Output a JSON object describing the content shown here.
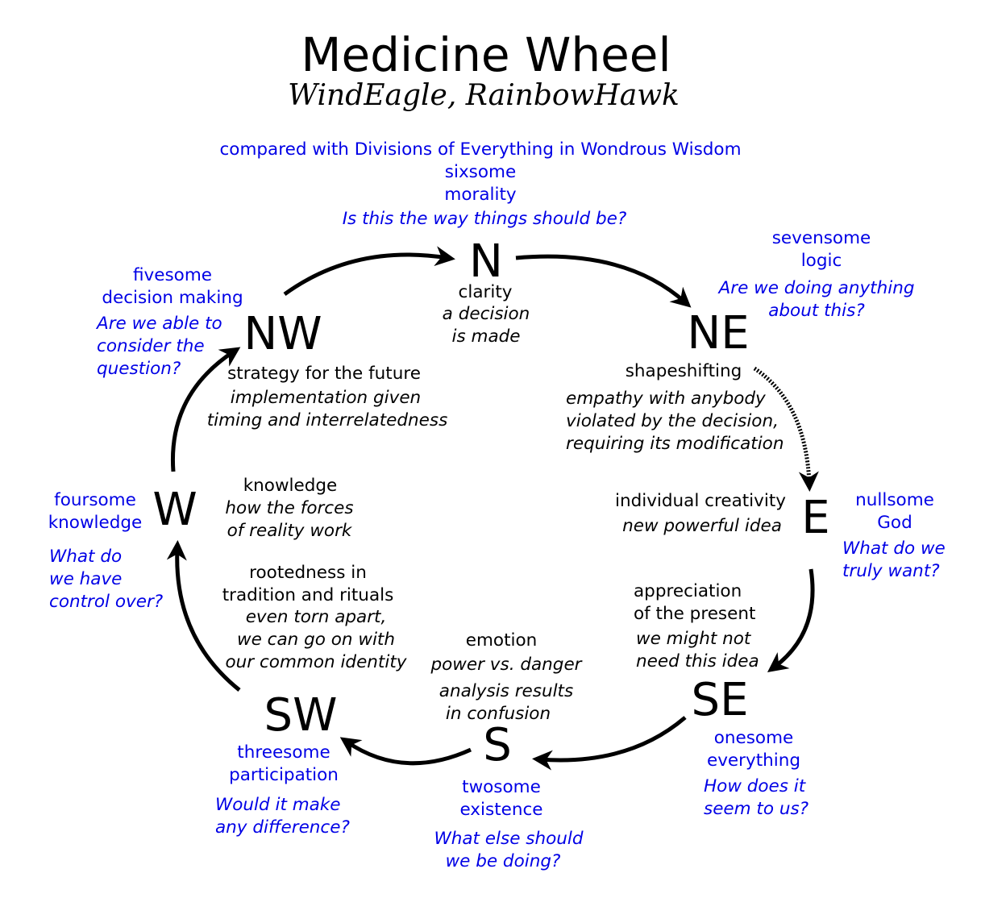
{
  "title": "Medicine Wheel",
  "subtitle": "WindEagle, RainbowHawk",
  "colors": {
    "text": "#000000",
    "comparison": "#0000e6"
  },
  "north": {
    "label": "N",
    "quality": "clarity",
    "detail": [
      "a decision",
      "is made"
    ],
    "comparison": {
      "header": "compared with Divisions of Everything in Wondrous Wisdom",
      "lines": [
        "sixsome",
        "morality"
      ],
      "question": "Is this the way things should be?"
    }
  },
  "northeast": {
    "label": "NE",
    "quality": "shapeshifting",
    "detail": [
      "empathy with anybody",
      "violated by the decision,",
      "requiring its modification"
    ],
    "comparison": {
      "lines": [
        "sevensome",
        "logic"
      ],
      "question": [
        "Are we doing anything",
        "about this?"
      ]
    }
  },
  "east": {
    "label": "E",
    "quality": "individual creativity",
    "detail": [
      "new powerful idea"
    ],
    "comparison": {
      "lines": [
        "nullsome",
        "God"
      ],
      "question": [
        "What do we",
        "truly want?"
      ]
    }
  },
  "southeast": {
    "label": "SE",
    "quality": [
      "appreciation",
      "of the present"
    ],
    "detail": [
      "we might not",
      "need this idea"
    ],
    "comparison": {
      "lines": [
        "onesome",
        "everything"
      ],
      "question": [
        "How does it",
        "seem to us?"
      ]
    }
  },
  "south": {
    "label": "S",
    "quality": "emotion",
    "detail": [
      "power vs. danger"
    ],
    "detail2": [
      "analysis results",
      "in confusion"
    ],
    "comparison": {
      "lines": [
        "twosome",
        "existence"
      ],
      "question": [
        "What else should",
        "we be doing?"
      ]
    }
  },
  "southwest": {
    "label": "SW",
    "quality": [
      "rootedness in",
      "tradition and rituals"
    ],
    "detail": [
      "even torn apart,",
      "we can go on with",
      "our common identity"
    ],
    "comparison": {
      "lines": [
        "threesome",
        "participation"
      ],
      "question": [
        "Would it make",
        "any difference?"
      ]
    }
  },
  "west": {
    "label": "W",
    "quality": "knowledge",
    "detail": [
      "how the forces",
      "of reality work"
    ],
    "comparison": {
      "lines": [
        "foursome",
        "knowledge"
      ],
      "question": [
        "What do",
        "we have",
        "control over?"
      ]
    }
  },
  "northwest": {
    "label": "NW",
    "quality": "strategy for the future",
    "detail": [
      "implementation given",
      "timing and interrelatedness"
    ],
    "comparison": {
      "lines": [
        "fivesome",
        "decision making"
      ],
      "question": [
        "Are we able to",
        "consider the",
        "question?"
      ]
    }
  }
}
